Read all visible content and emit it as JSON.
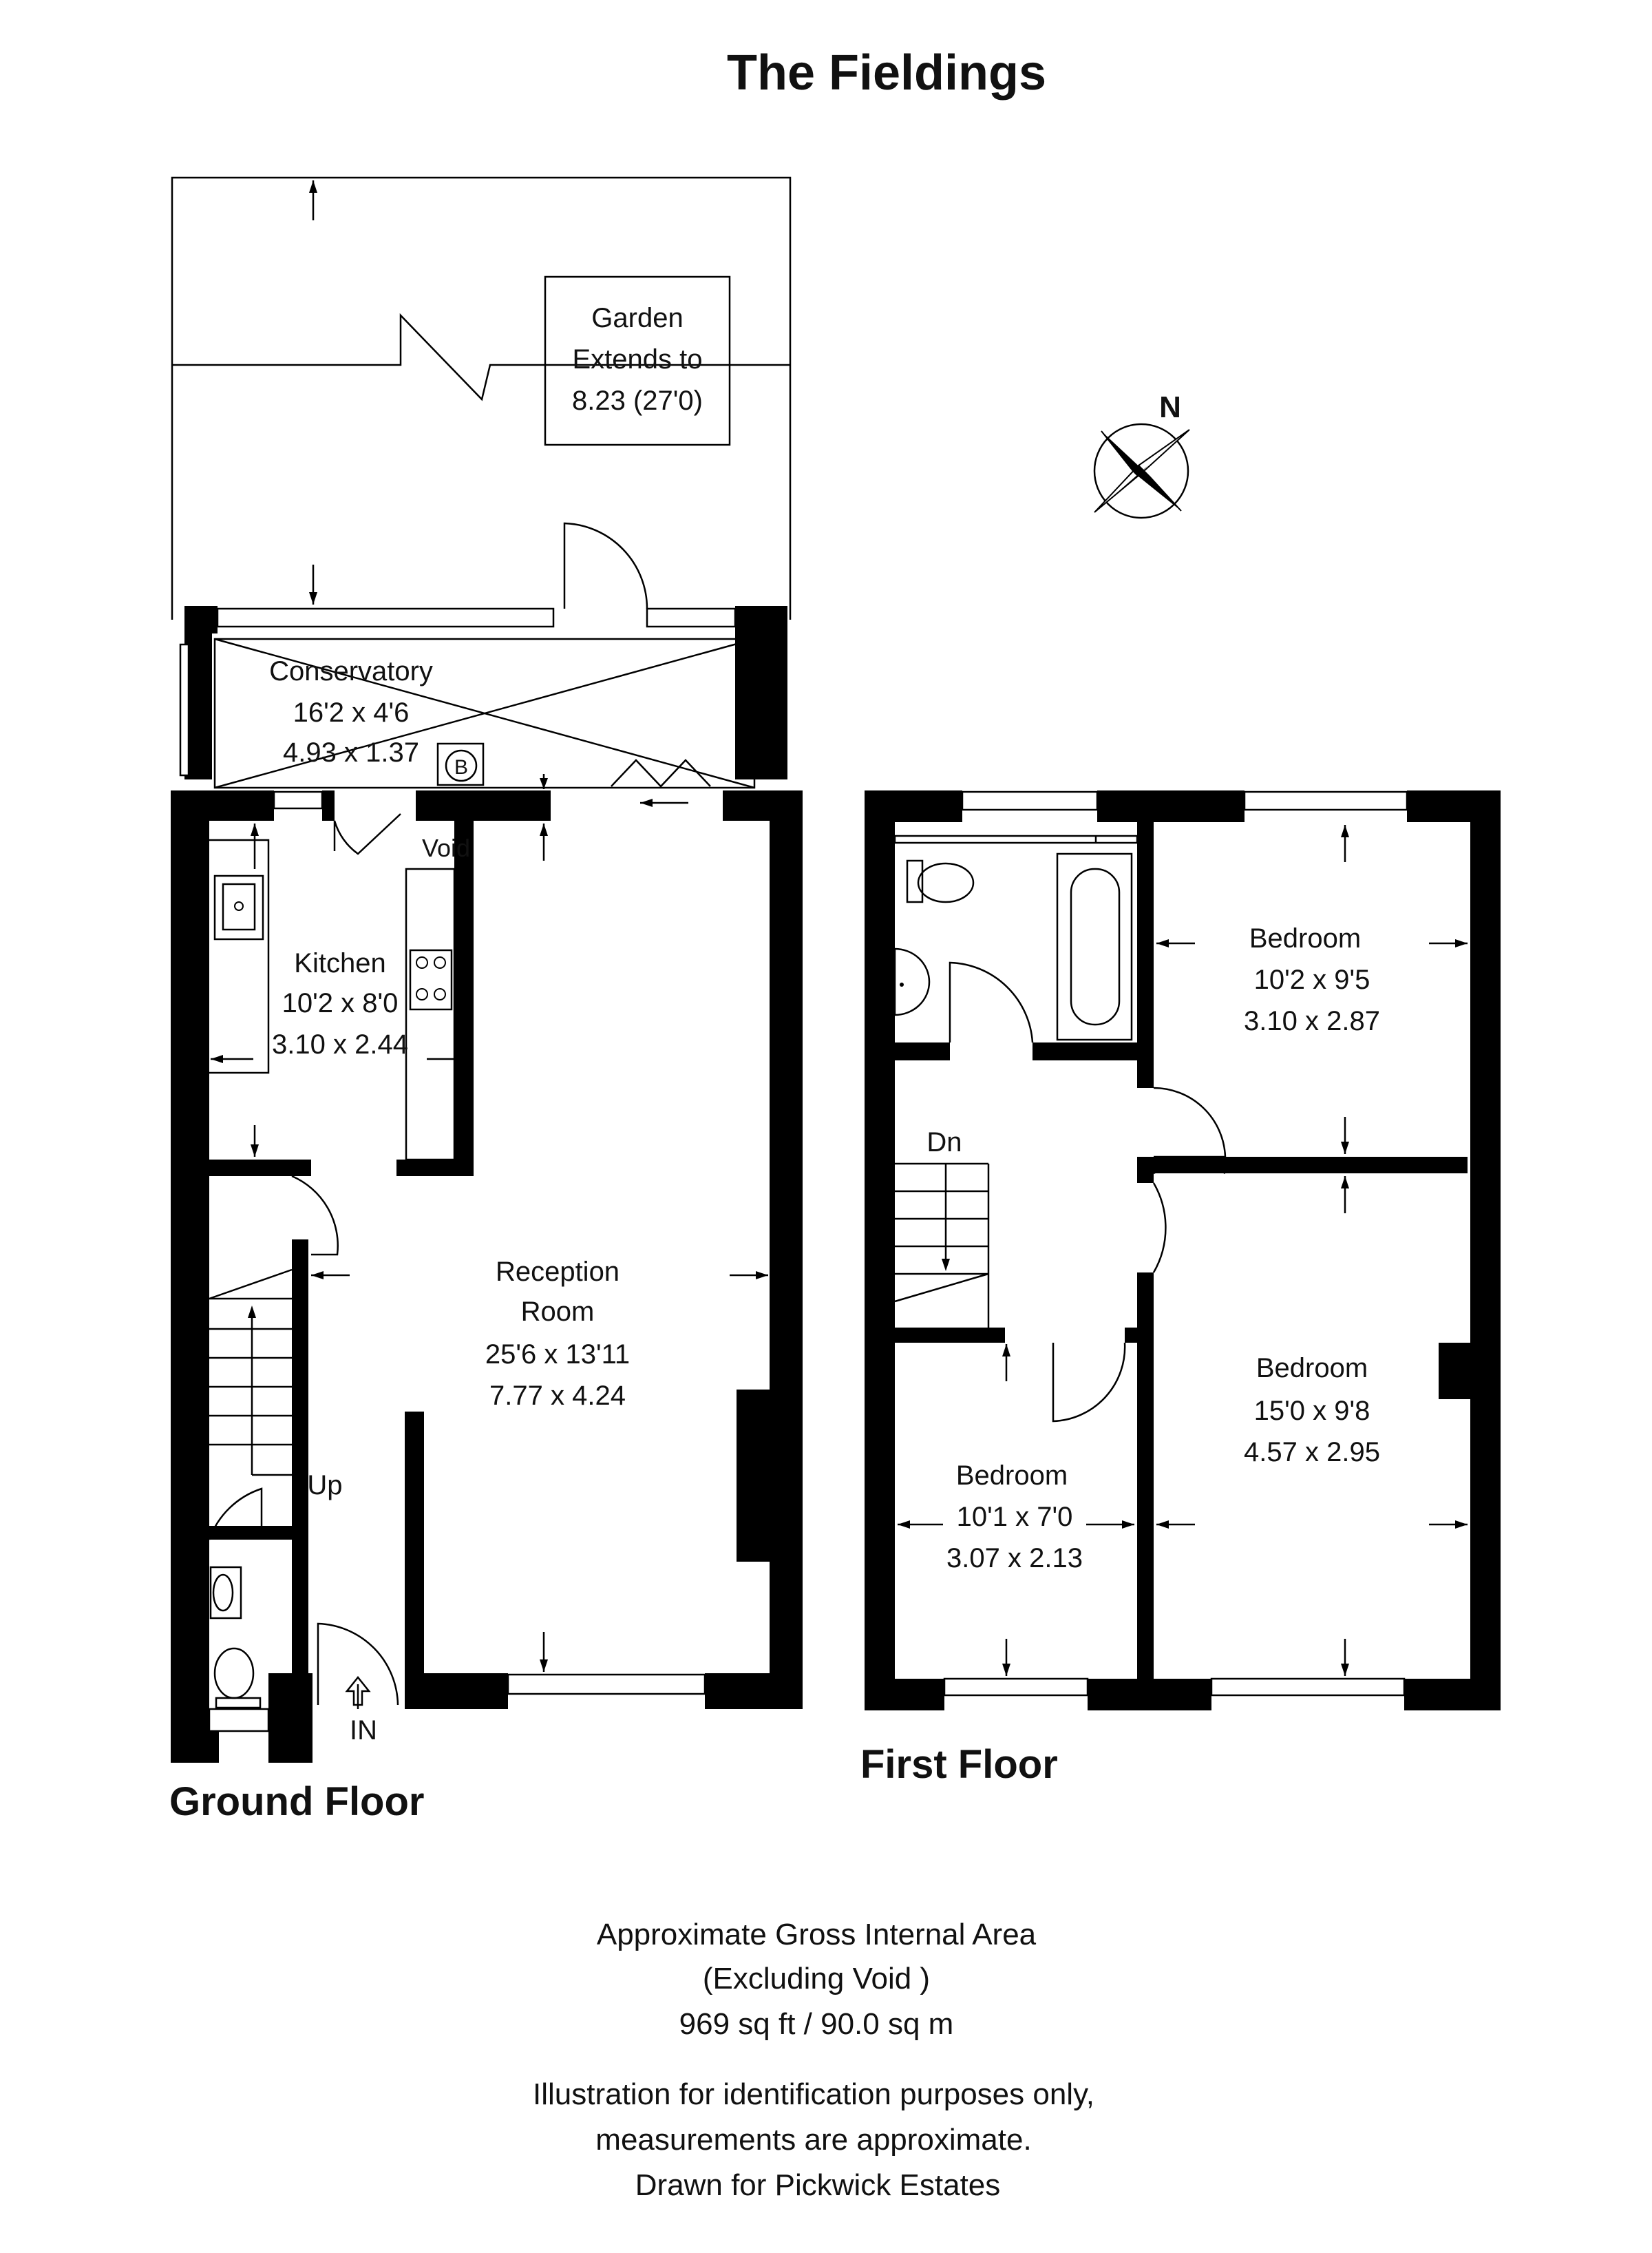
{
  "title": "The Fieldings",
  "compass": {
    "label": "N"
  },
  "garden": {
    "line1": "Garden",
    "line2": "Extends to",
    "line3": "8.23 (27'0)"
  },
  "ground_floor": {
    "label": "Ground Floor",
    "conservatory": {
      "name": "Conservatory",
      "imperial": "16'2 x 4'6",
      "metric": "4.93 x 1.37"
    },
    "boiler": "B",
    "void": "Void",
    "kitchen": {
      "name": "Kitchen",
      "imperial": "10'2 x 8'0",
      "metric": "3.10 x 2.44"
    },
    "reception": {
      "name1": "Reception",
      "name2": "Room",
      "imperial": "25'6 x 13'11",
      "metric": "7.77 x 4.24"
    },
    "stairs_label": "Up",
    "entrance_label": "IN"
  },
  "first_floor": {
    "label": "First Floor",
    "stairs_label": "Dn",
    "bedroom_top": {
      "name": "Bedroom",
      "imperial": "10'2 x 9'5",
      "metric": "3.10 x 2.87"
    },
    "bedroom_large": {
      "name": "Bedroom",
      "imperial": "15'0 x 9'8",
      "metric": "4.57 x 2.95"
    },
    "bedroom_small": {
      "name": "Bedroom",
      "imperial": "10'1 x 7'0",
      "metric": "3.07 x 2.13"
    }
  },
  "area": {
    "line1": "Approximate Gross Internal Area",
    "line2": "(Excluding Void )",
    "line3": "969 sq ft / 90.0 sq m"
  },
  "disclaimer": {
    "line1": "Illustration for identification purposes only,",
    "line2": "measurements are approximate.",
    "line3": "Drawn for Pickwick Estates"
  }
}
